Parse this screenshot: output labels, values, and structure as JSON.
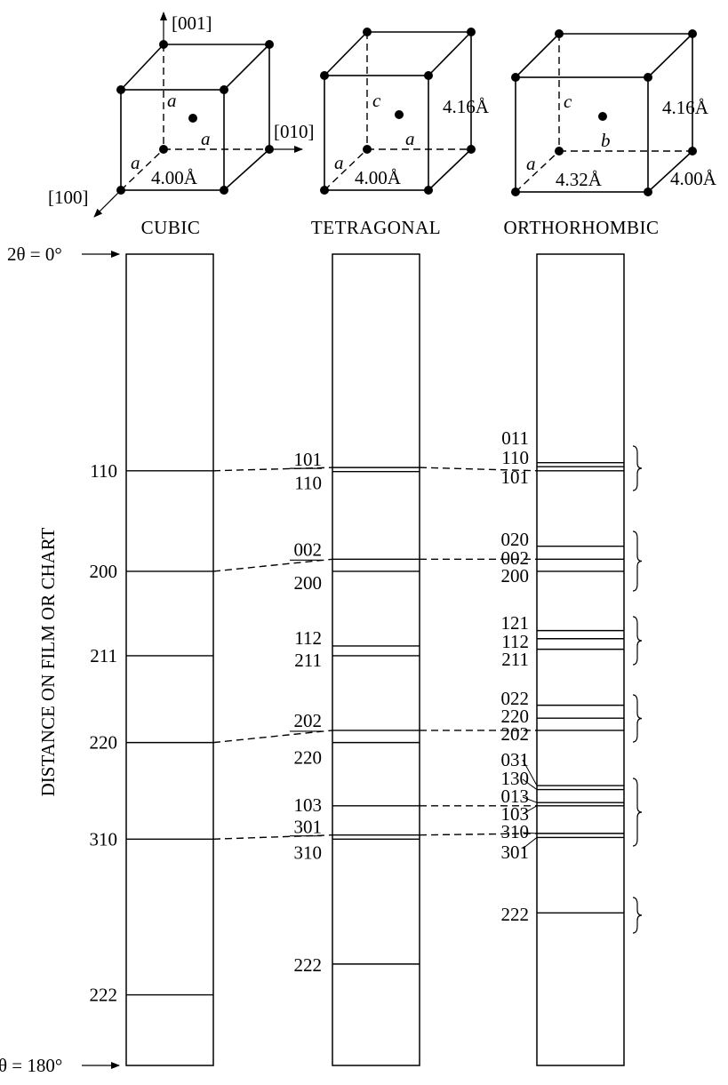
{
  "axes": {
    "z": "[001]",
    "y": "[010]",
    "x": "[100]"
  },
  "cells": {
    "cubic": {
      "title": "CUBIC",
      "edge_labels": {
        "vertical": "a",
        "depth_top": "a",
        "depth_left": "a"
      },
      "dim_bottom": "4.00Å"
    },
    "tetragonal": {
      "title": "TETRAGONAL",
      "edge_labels": {
        "vertical": "c",
        "depth_top": "a",
        "depth_left": "a"
      },
      "dim_bottom": "4.00Å",
      "dim_right": "4.16Å"
    },
    "orthorhombic": {
      "title": "ORTHORHOMBIC",
      "edge_labels": {
        "vertical": "c",
        "depth_top": "b",
        "depth_left": "a"
      },
      "dim_bottom": "4.32Å",
      "dim_right": "4.16Å",
      "dim_depth": "4.00Å"
    }
  },
  "film": {
    "start_label": "2θ = 0°",
    "end_label": "θ = 180°",
    "axis_label": "DISTANCE ON FILM OR CHART"
  },
  "chart_data": {
    "type": "diagram",
    "description_units": "line position along film strip (0 = top of strip, 1 = bottom)",
    "strips": [
      {
        "name": "CUBIC",
        "lines": [
          {
            "hkl": "110",
            "pos": 0.267
          },
          {
            "hkl": "200",
            "pos": 0.391
          },
          {
            "hkl": "211",
            "pos": 0.495
          },
          {
            "hkl": "220",
            "pos": 0.602
          },
          {
            "hkl": "310",
            "pos": 0.721
          },
          {
            "hkl": "222",
            "pos": 0.913
          }
        ]
      },
      {
        "name": "TETRAGONAL",
        "lines": [
          {
            "hkl": "101",
            "pos": 0.263
          },
          {
            "hkl": "110",
            "pos": 0.268
          },
          {
            "hkl": "002",
            "pos": 0.376
          },
          {
            "hkl": "200",
            "pos": 0.391
          },
          {
            "hkl": "112",
            "pos": 0.483
          },
          {
            "hkl": "211",
            "pos": 0.495
          },
          {
            "hkl": "202",
            "pos": 0.587
          },
          {
            "hkl": "220",
            "pos": 0.602
          },
          {
            "hkl": "103",
            "pos": 0.68
          },
          {
            "hkl": "301",
            "pos": 0.716
          },
          {
            "hkl": "310",
            "pos": 0.721
          },
          {
            "hkl": "222",
            "pos": 0.875
          }
        ]
      },
      {
        "name": "ORTHORHOMBIC",
        "lines": [
          {
            "hkl": "011",
            "pos": 0.257
          },
          {
            "hkl": "110",
            "pos": 0.262
          },
          {
            "hkl": "101",
            "pos": 0.267
          },
          {
            "hkl": "020",
            "pos": 0.36
          },
          {
            "hkl": "002",
            "pos": 0.376
          },
          {
            "hkl": "200",
            "pos": 0.391
          },
          {
            "hkl": "121",
            "pos": 0.464
          },
          {
            "hkl": "112",
            "pos": 0.474
          },
          {
            "hkl": "211",
            "pos": 0.487
          },
          {
            "hkl": "022",
            "pos": 0.556
          },
          {
            "hkl": "220",
            "pos": 0.572
          },
          {
            "hkl": "202",
            "pos": 0.587
          },
          {
            "hkl": "031",
            "pos": 0.655
          },
          {
            "hkl": "130",
            "pos": 0.66
          },
          {
            "hkl": "013",
            "pos": 0.676
          },
          {
            "hkl": "103",
            "pos": 0.68
          },
          {
            "hkl": "310",
            "pos": 0.714
          },
          {
            "hkl": "301",
            "pos": 0.719
          },
          {
            "hkl": "222",
            "pos": 0.812
          }
        ]
      }
    ],
    "cubic_labels": [
      "110",
      "200",
      "211",
      "220",
      "310",
      "222"
    ],
    "tetragonal_labels": [
      "101",
      "110",
      "002",
      "200",
      "112",
      "211",
      "202",
      "220",
      "103",
      "301",
      "310",
      "222"
    ],
    "orthorhombic_labels": [
      "011",
      "110",
      "101",
      "020",
      "002",
      "200",
      "121",
      "112",
      "211",
      "022",
      "220",
      "202",
      "031",
      "130",
      "013",
      "103",
      "310",
      "301",
      "222"
    ]
  }
}
